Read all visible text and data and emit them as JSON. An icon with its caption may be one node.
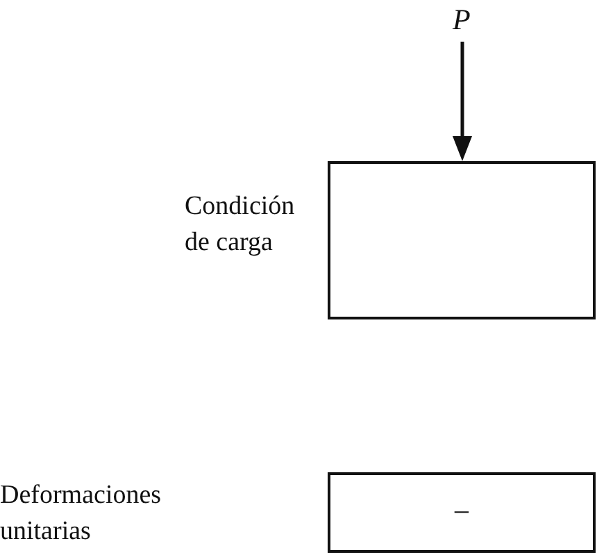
{
  "diagram": {
    "nodes": [
      {
        "text": [],
        "shape": "box"
      },
      {
        "text": [
          "−"
        ]
      }
    ],
    "labels": [
      "P",
      "Condición de carga",
      "Deformaciones unitarias"
    ]
  }
}
